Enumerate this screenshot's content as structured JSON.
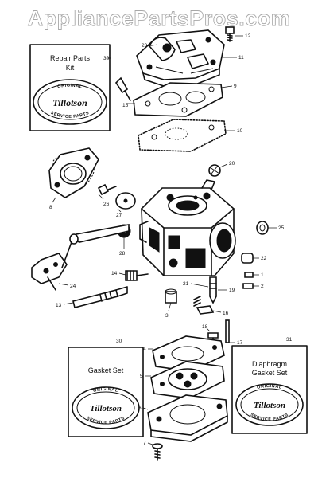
{
  "watermark": "AppliancePartsPros.com",
  "kits": {
    "repair": {
      "number": "30",
      "lines": [
        "Repair Parts",
        "Kit"
      ]
    },
    "gasket": {
      "number": "30",
      "lines": [
        "Gasket Set"
      ]
    },
    "diaphragm": {
      "number": "31",
      "lines": [
        "Diaphragm",
        "Gasket Set"
      ]
    }
  },
  "badge": {
    "top": "ORIGINAL",
    "brand": "Tillotson",
    "bottom": "SERVICE PARTS"
  },
  "callouts": [
    "23",
    "12",
    "11",
    "9",
    "10",
    "15",
    "20",
    "8",
    "26",
    "27",
    "25",
    "28",
    "22",
    "24",
    "14",
    "21",
    "19",
    "1",
    "2",
    "13",
    "3",
    "16",
    "18",
    "17",
    "4",
    "5",
    "6",
    "7"
  ]
}
